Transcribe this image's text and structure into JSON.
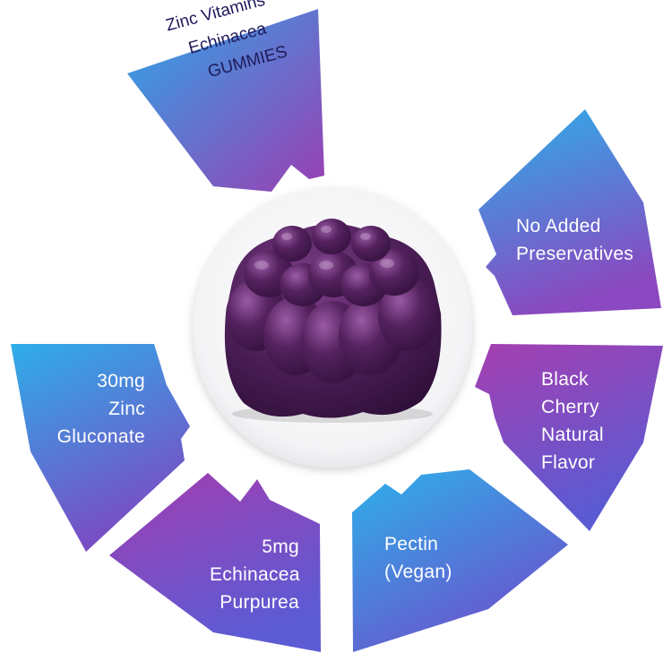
{
  "title_segment": {
    "lines": [
      "Zinc Vitamins",
      "Echinacea",
      "GUMMIES"
    ]
  },
  "segments": [
    {
      "lines": [
        "No Added",
        "Preservatives"
      ]
    },
    {
      "lines": [
        "Black",
        "Cherry",
        "Natural",
        "Flavor"
      ]
    },
    {
      "lines": [
        "Pectin",
        "(Vegan)"
      ]
    },
    {
      "lines": [
        "5mg",
        "Echinacea",
        "Purpurea"
      ]
    },
    {
      "lines": [
        "30mg",
        "Zinc",
        "Gluconate"
      ]
    }
  ],
  "colors": {
    "blue": "#2ea7e8",
    "purple": "#9a3fb3",
    "violet": "#5c5bd6",
    "gummy": "#4a1d55",
    "title_text": "#1f1a5a"
  },
  "center_image": "purple-gummy-icon"
}
